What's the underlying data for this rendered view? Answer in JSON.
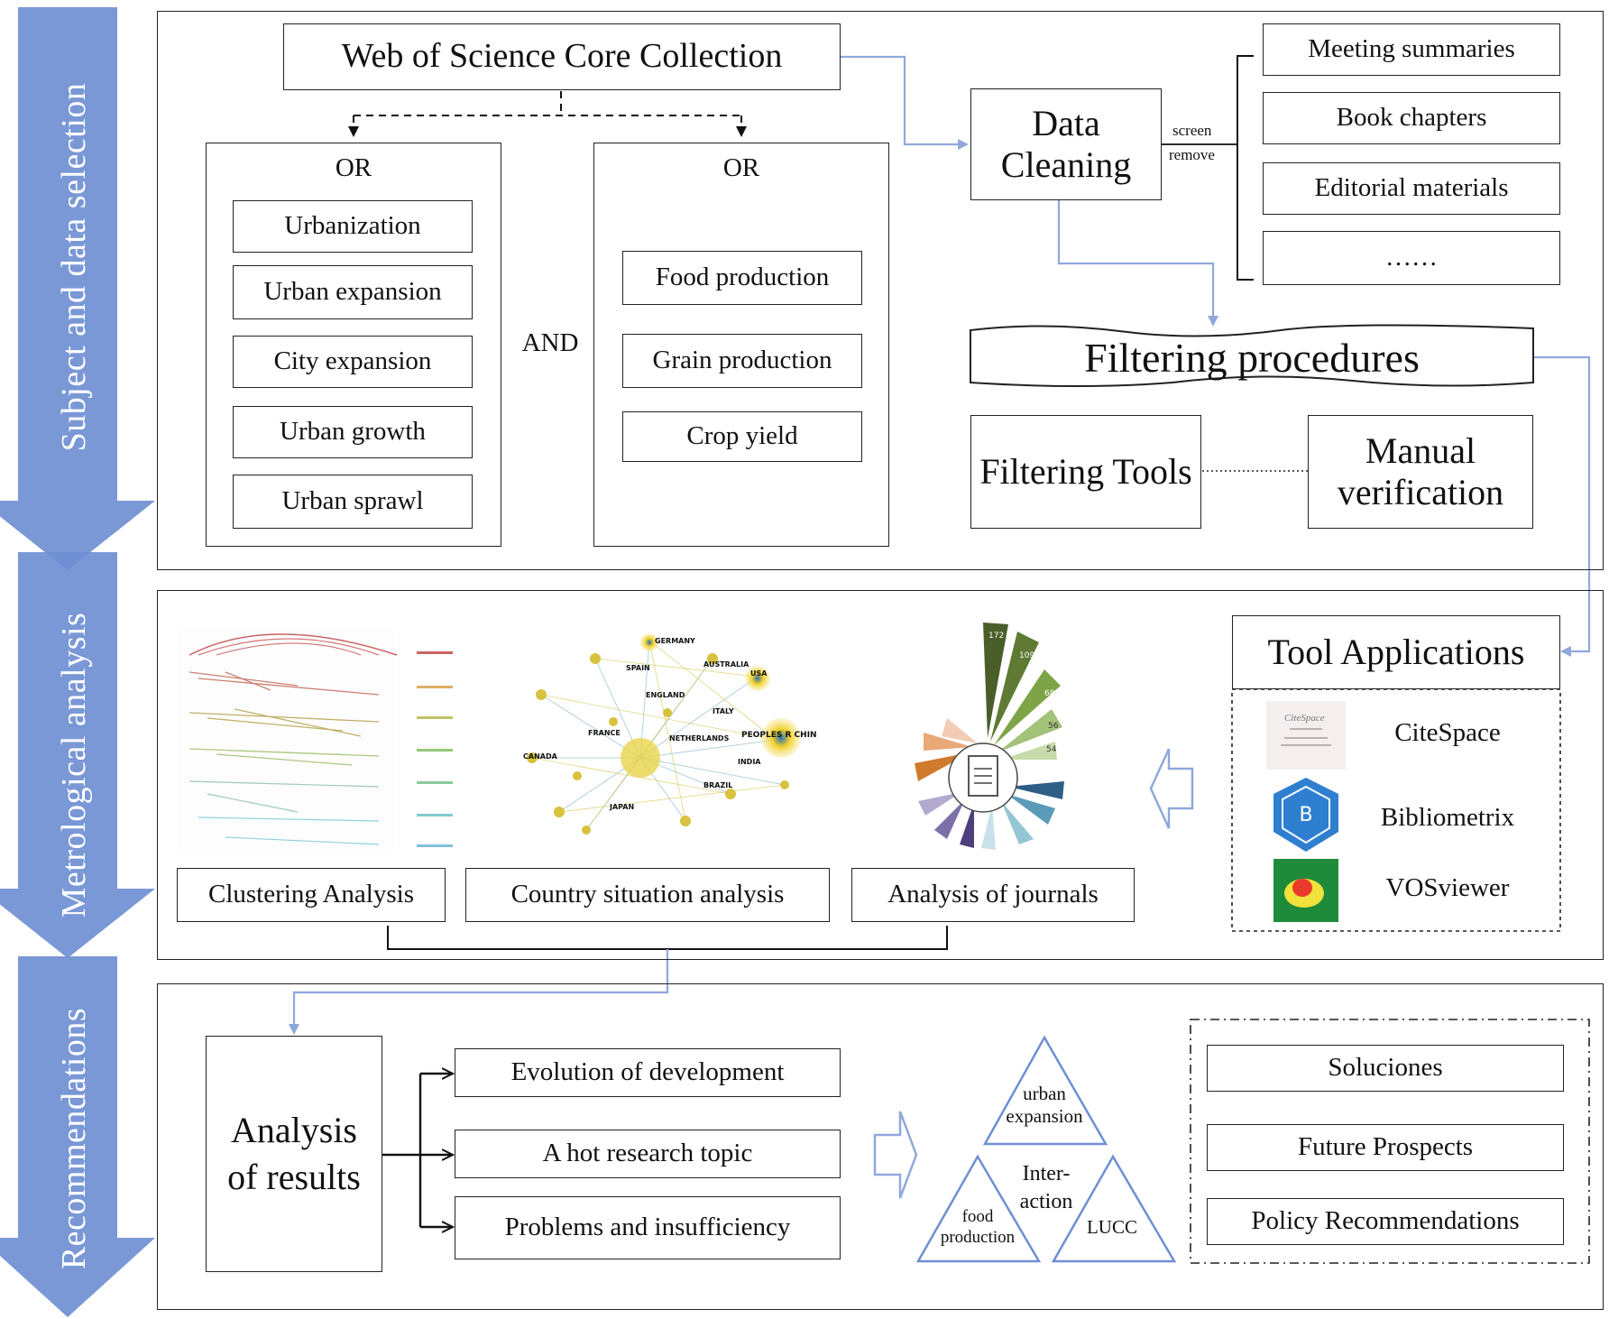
{
  "stages": {
    "stage1": "Subject and data selection",
    "stage2": "Metrological analysis",
    "stage3": "Recommendations"
  },
  "selection": {
    "source": "Web of Science Core Collection",
    "left_group": {
      "op": "OR",
      "terms": [
        "Urbanization",
        "Urban expansion",
        "City expansion",
        "Urban growth",
        "Urban sprawl"
      ]
    },
    "joiner": "AND",
    "right_group": {
      "op": "OR",
      "terms": [
        "Food production",
        "Grain production",
        "Crop yield"
      ]
    },
    "data_cleaning": "Data Cleaning",
    "screen_label": "screen",
    "remove_label": "remove",
    "removed": [
      "Meeting summaries",
      "Book chapters",
      "Editorial materials",
      "……"
    ],
    "filtering": "Filtering procedures",
    "filtering_tools": "Filtering Tools",
    "manual_verification": "Manual verification"
  },
  "analysis": {
    "tool_applications": "Tool Applications",
    "tools": [
      {
        "name": "CiteSpace",
        "icon": "citespace-logo-icon"
      },
      {
        "name": "Bibliometrix",
        "icon": "bibliometrix-logo-icon"
      },
      {
        "name": "VOSviewer",
        "icon": "vosviewer-logo-icon"
      }
    ],
    "citespace_logo_text": "CiteSpace",
    "analyses": [
      "Clustering Analysis",
      "Country situation analysis",
      "Analysis of journals"
    ],
    "network_labels": [
      "GERMANY",
      "AUSTRALIA",
      "USA",
      "ENGLAND",
      "ITALY",
      "PEOPLES R CHIN",
      "NETHERLANDS",
      "FRANCE",
      "CANADA",
      "INDIA",
      "BRAZIL",
      "SPAIN",
      "JAPAN"
    ],
    "journal_numbers": [
      "172",
      "109",
      "68",
      "56",
      "54"
    ]
  },
  "recommendations": {
    "analysis_results": "Analysis of results",
    "outcomes": [
      "Evolution of development",
      "A hot research topic",
      "Problems and insufficiency"
    ],
    "triangle": {
      "top": "urban expansion",
      "left": "food production",
      "right": "LUCC",
      "center": "Inter-action"
    },
    "proposals": [
      "Soluciones",
      "Future Prospects",
      "Policy Recommendations"
    ]
  },
  "colors": {
    "arrow_fill": "#6f8fd3",
    "connector": "#8fa8dc",
    "border": "#222222"
  }
}
